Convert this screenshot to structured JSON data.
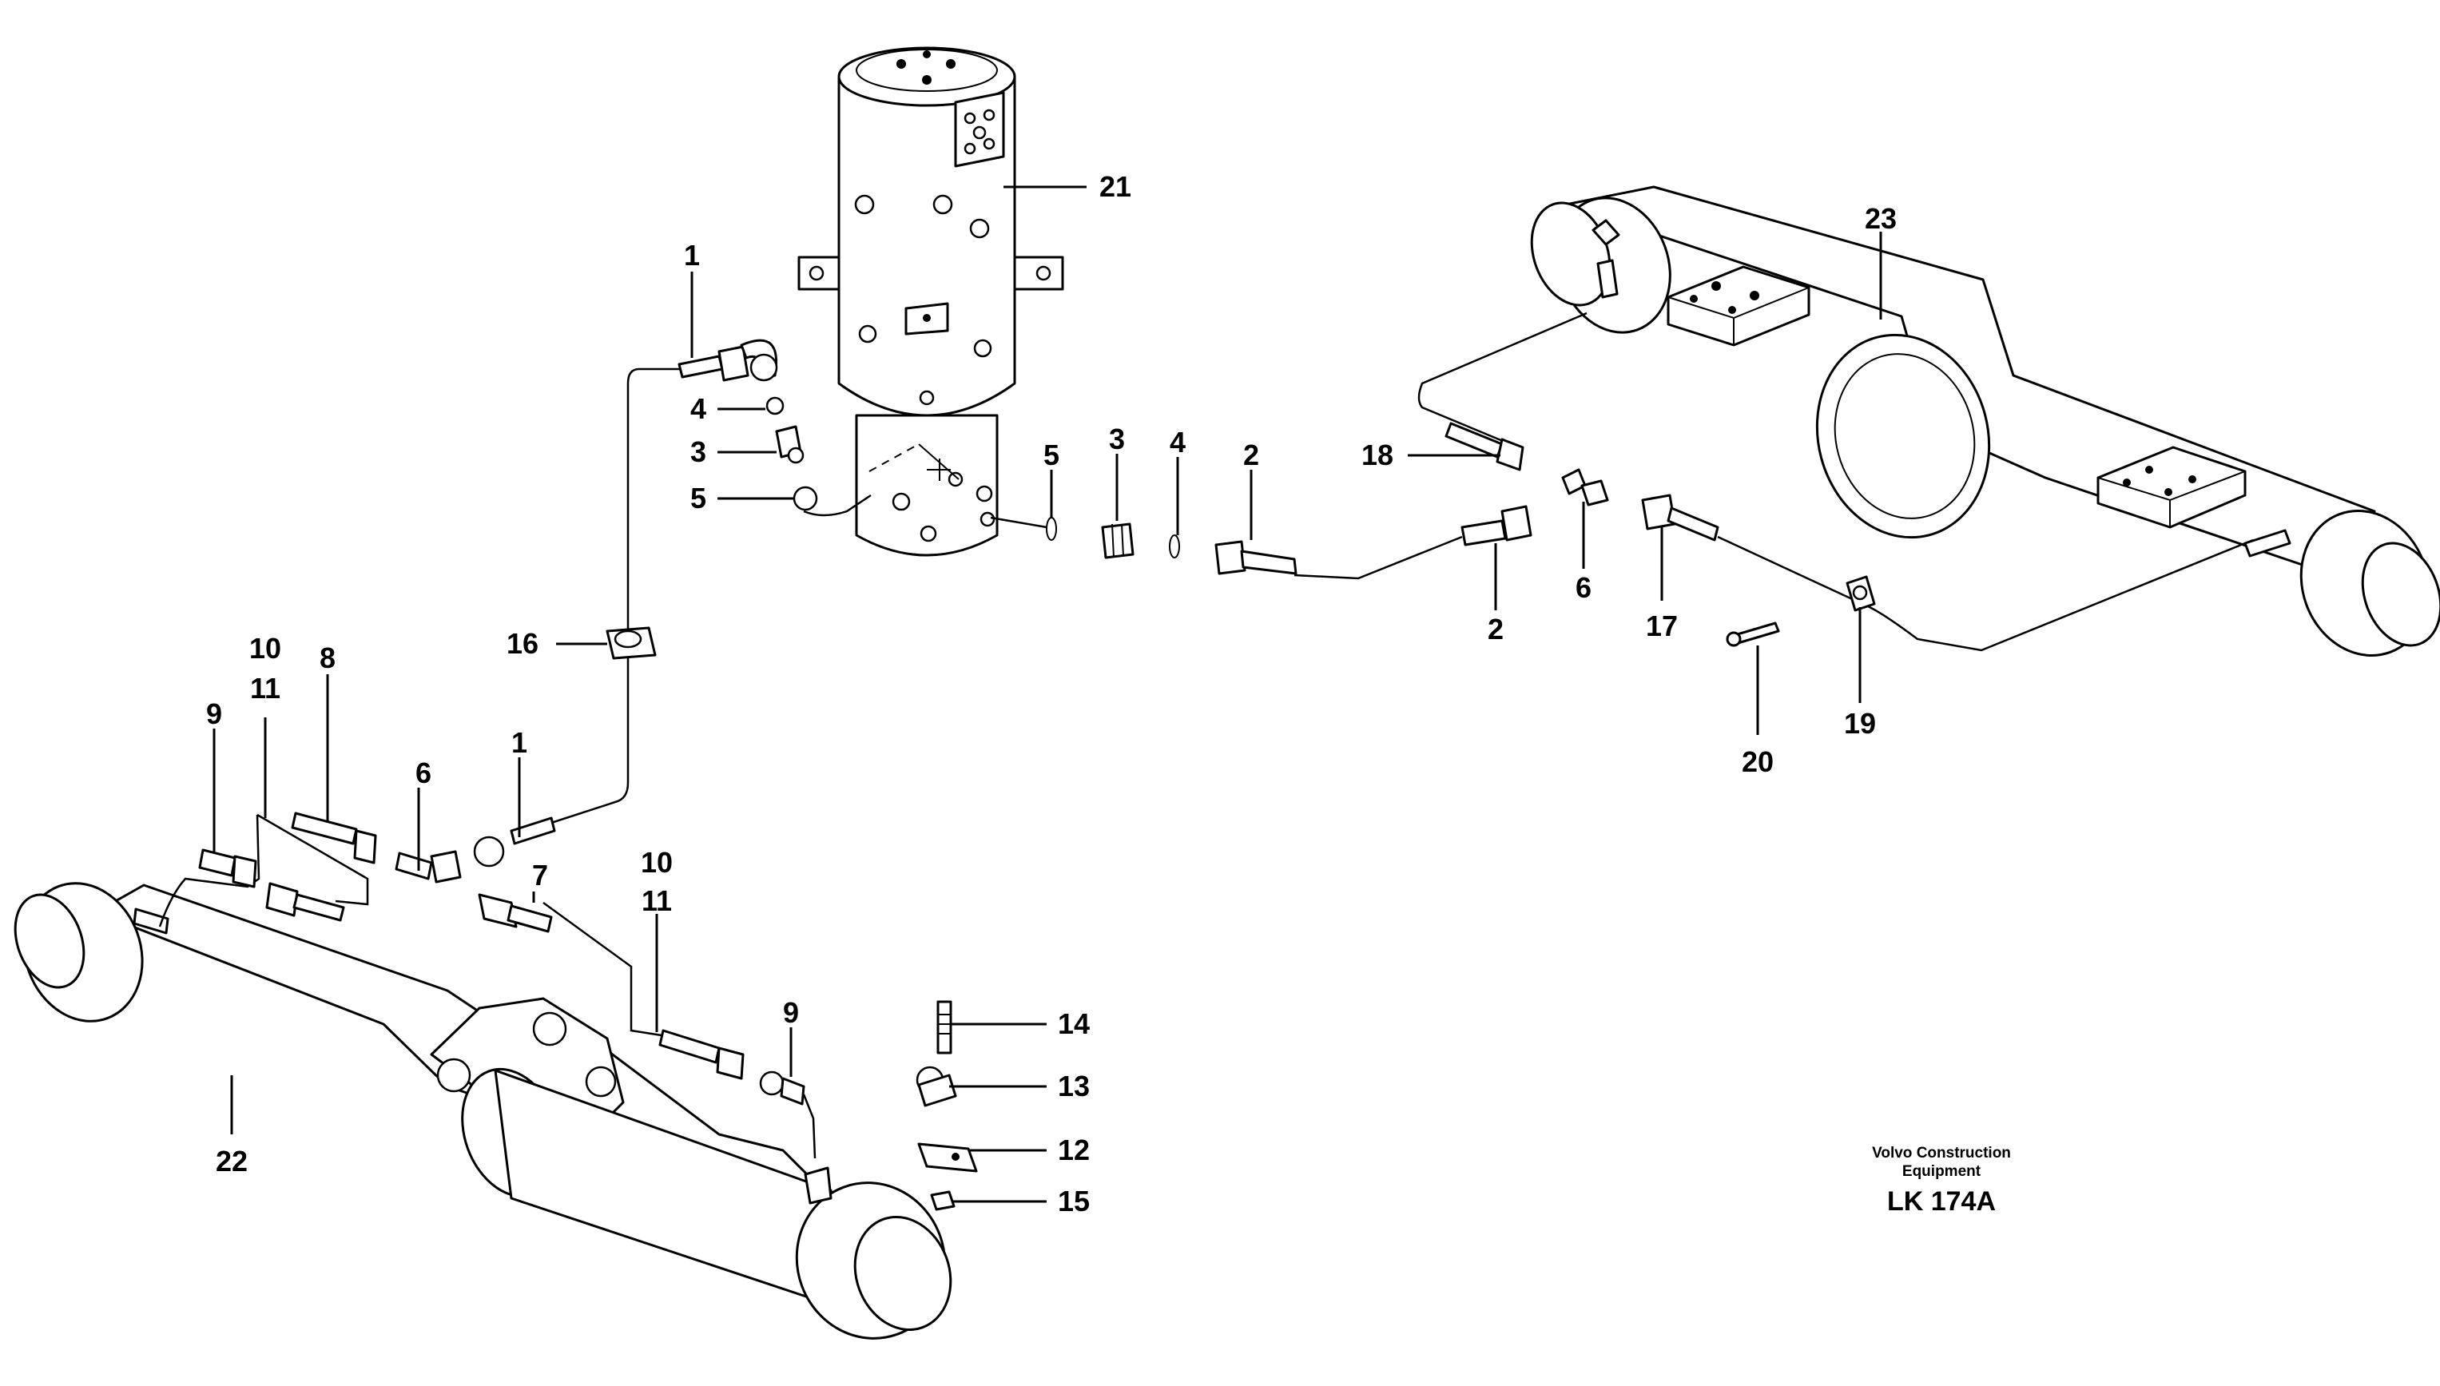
{
  "callouts": [
    {
      "id": "c1a",
      "text": "1"
    },
    {
      "id": "c1b",
      "text": "1"
    },
    {
      "id": "c2a",
      "text": "2"
    },
    {
      "id": "c2b",
      "text": "2"
    },
    {
      "id": "c3a",
      "text": "3"
    },
    {
      "id": "c3b",
      "text": "3"
    },
    {
      "id": "c4a",
      "text": "4"
    },
    {
      "id": "c4b",
      "text": "4"
    },
    {
      "id": "c5a",
      "text": "5"
    },
    {
      "id": "c5b",
      "text": "5"
    },
    {
      "id": "c6a",
      "text": "6"
    },
    {
      "id": "c6b",
      "text": "6"
    },
    {
      "id": "c7",
      "text": "7"
    },
    {
      "id": "c8",
      "text": "8"
    },
    {
      "id": "c9a",
      "text": "9"
    },
    {
      "id": "c9b",
      "text": "9"
    },
    {
      "id": "c10a",
      "text": "10"
    },
    {
      "id": "c11a",
      "text": "11"
    },
    {
      "id": "c10b",
      "text": "10"
    },
    {
      "id": "c11b",
      "text": "11"
    },
    {
      "id": "c12",
      "text": "12"
    },
    {
      "id": "c13",
      "text": "13"
    },
    {
      "id": "c14",
      "text": "14"
    },
    {
      "id": "c15",
      "text": "15"
    },
    {
      "id": "c16",
      "text": "16"
    },
    {
      "id": "c17",
      "text": "17"
    },
    {
      "id": "c18",
      "text": "18"
    },
    {
      "id": "c19",
      "text": "19"
    },
    {
      "id": "c20",
      "text": "20"
    },
    {
      "id": "c21",
      "text": "21"
    },
    {
      "id": "c22",
      "text": "22"
    },
    {
      "id": "c23",
      "text": "23"
    }
  ],
  "footer": {
    "maker_line1": "Volvo Construction",
    "maker_line2": "Equipment",
    "code": "LK 174A"
  }
}
